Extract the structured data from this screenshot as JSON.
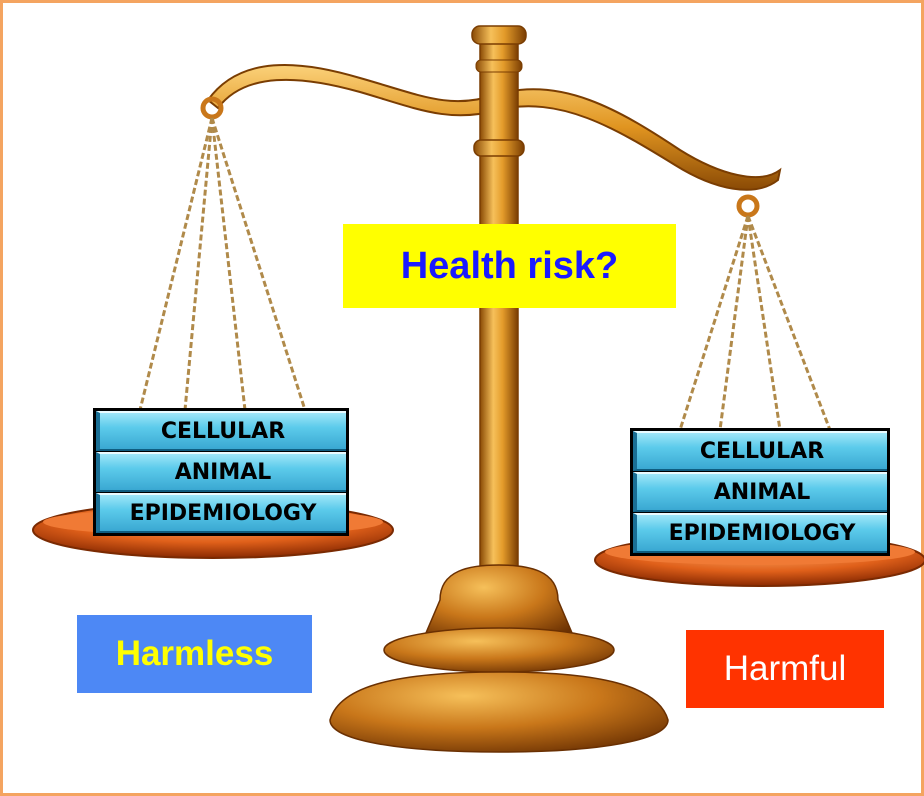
{
  "question_label": "Health risk?",
  "left_pan": {
    "books": [
      "CELLULAR",
      "ANIMAL",
      "EPIDEMIOLOGY"
    ]
  },
  "right_pan": {
    "books": [
      "CELLULAR",
      "ANIMAL",
      "EPIDEMIOLOGY"
    ]
  },
  "left_label": "Harmless",
  "right_label": "Harmful",
  "colors": {
    "frame": "#f4a460",
    "question_bg": "#ffff00",
    "question_text": "#1a1aff",
    "harmless_bg": "#4d88f5",
    "harmless_text": "#ffff00",
    "harmful_bg": "#ff3300",
    "harmful_text": "#ffffff",
    "books": "#5ccbeb",
    "brass": "#d98a1c"
  },
  "icons": [
    "balance-scale-icon"
  ]
}
